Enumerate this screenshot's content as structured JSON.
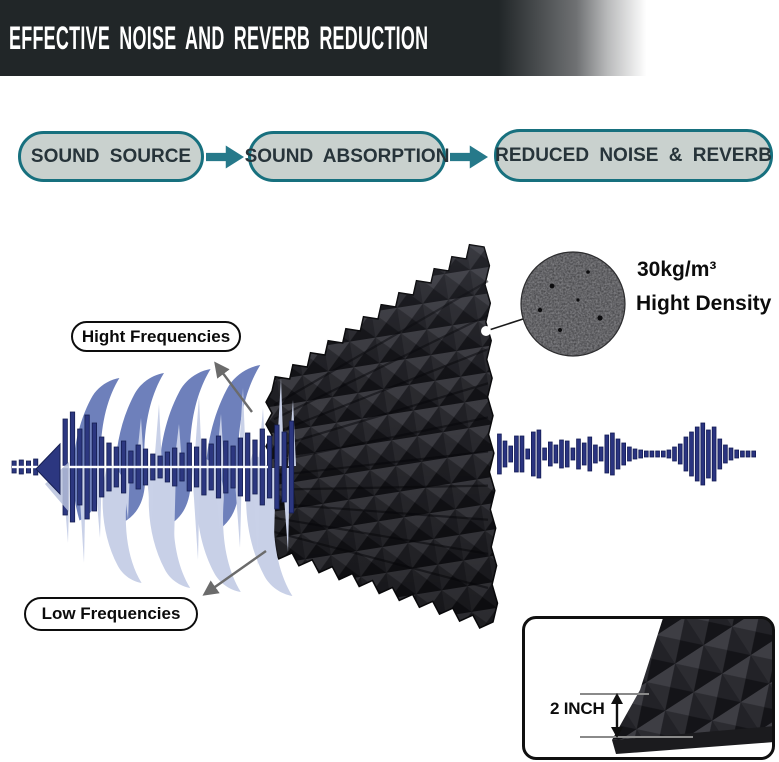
{
  "banner": {
    "title": "EFFECTIVE NOISE AND REVERB REDUCTION"
  },
  "flow": {
    "steps": [
      {
        "label": "SOUND SOURCE"
      },
      {
        "label": "SOUND ABSORPTION"
      },
      {
        "label": "REDUCED NOISE & REVERB"
      }
    ]
  },
  "annotations": {
    "high_freq": "Hight Frequencies",
    "low_freq": "Low Frequencies",
    "density_value": "30kg/m³",
    "density_label": "Hight Density",
    "thickness": "2 INCH"
  },
  "icons": {
    "flow_arrow": "arrow-right-icon",
    "high_freq_pointer": "arrow-up-left-icon",
    "low_freq_pointer": "arrow-down-left-icon",
    "thickness_arrow": "double-headed-vertical-arrow-icon",
    "density_marker": "white-dot-marker-icon"
  },
  "colors": {
    "banner_bg": "#212628",
    "accent_teal": "#17707e",
    "flow_arrow_teal": "#26798a",
    "pill_fill": "#c9d1ce",
    "pill_text": "#27343a",
    "wave_navy": "#2c3780",
    "wave_navy_stroke": "#161f52",
    "wave_light": "#c9d1e8",
    "claw_blue": "#6e80bb",
    "foam_dark": "#232328",
    "annotation_arrow_gray": "#6b6b6b"
  },
  "artwork": {
    "left_intro_bars": [
      6,
      7,
      6,
      8
    ],
    "left_main_bars": [
      48,
      55,
      38,
      52,
      44,
      30,
      24,
      20,
      26,
      16,
      22,
      18,
      13,
      11,
      15,
      19,
      14,
      24,
      20,
      28,
      23,
      31,
      26,
      21,
      29,
      34,
      27,
      38,
      31,
      42,
      35,
      46
    ],
    "right_wave_bars": [
      20,
      13,
      8,
      18,
      18,
      5,
      22,
      24,
      6,
      12,
      9,
      14,
      13,
      6,
      15,
      11,
      17,
      9,
      7,
      19,
      21,
      15,
      11,
      7,
      5,
      4,
      3,
      3,
      3,
      3,
      4,
      7,
      10,
      17,
      22,
      27,
      31,
      24,
      27,
      15,
      9,
      6,
      4,
      3,
      3,
      3
    ]
  }
}
